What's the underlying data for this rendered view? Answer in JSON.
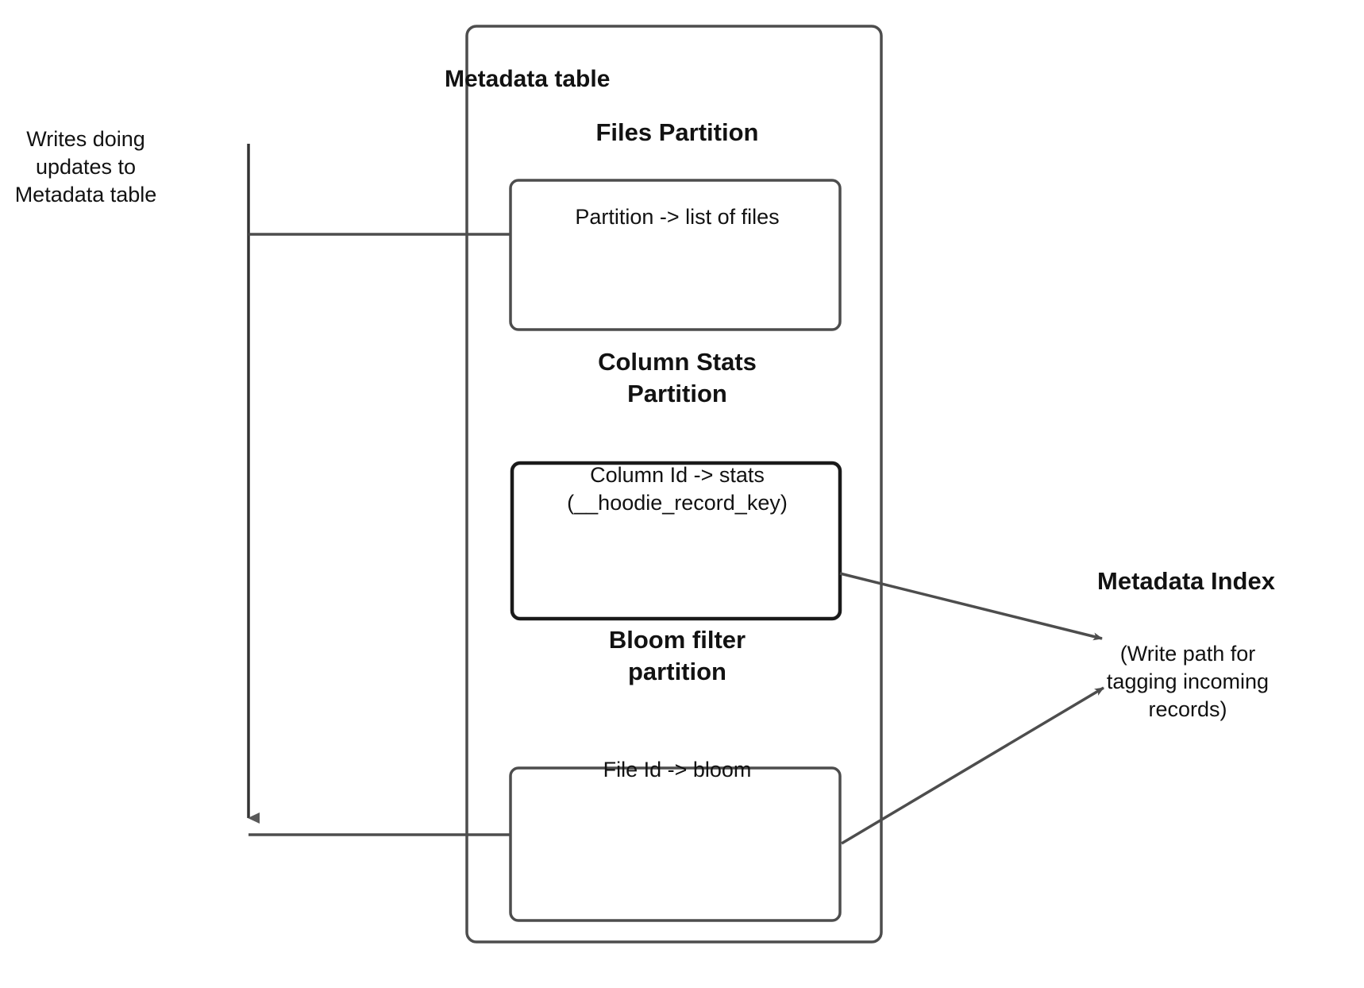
{
  "diagram": {
    "title": "Metadata table",
    "background": "#ffffff",
    "stroke_color": "#4d4d4d",
    "stroke_color_dark": "#1a1a1a",
    "text_color": "#121212",
    "left_annotation": "Writes doing\nupdates to\nMetadata table",
    "partitions": [
      {
        "heading": "Files Partition",
        "box_text": "Partition -> list of files"
      },
      {
        "heading": "Column Stats\nPartition",
        "box_text": "Column Id  -> stats\n(__hoodie_record_key)"
      },
      {
        "heading": "Bloom filter\npartition",
        "box_text": "File Id -> bloom"
      }
    ],
    "right_output": {
      "title": "Metadata Index",
      "caption": "(Write path for\ntagging incoming\nrecords)"
    }
  }
}
